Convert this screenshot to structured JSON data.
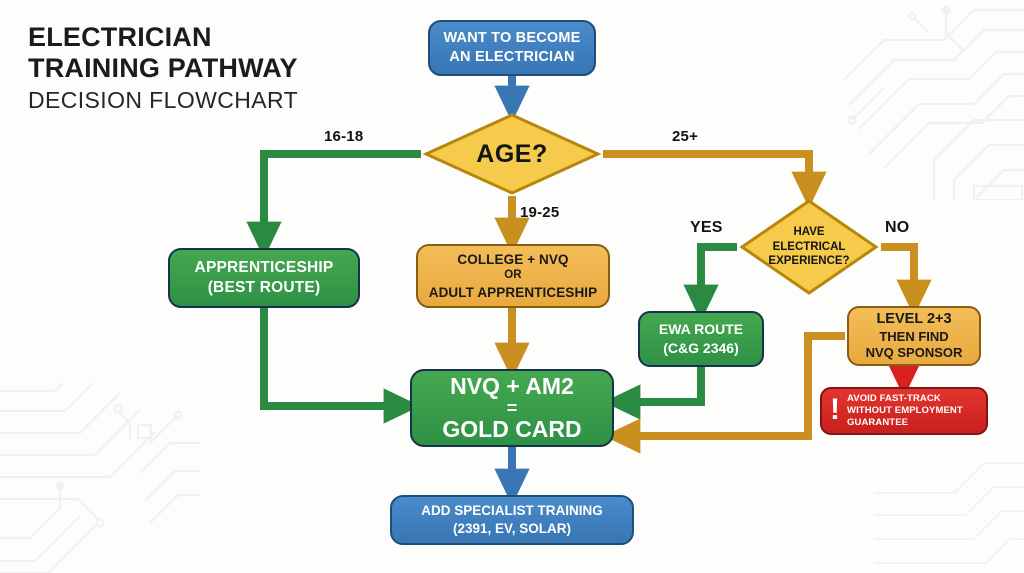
{
  "title": {
    "line1": "ELECTRICIAN",
    "line2": "TRAINING PATHWAY",
    "subtitle": "DECISION FLOWCHART"
  },
  "colors": {
    "blue": "#3876b4",
    "green": "#2e9146",
    "gold": "#e8a93f",
    "red": "#c8201c",
    "green_line": "#2b8a42",
    "gold_line": "#c9901f",
    "blue_line": "#3876b4",
    "red_line": "#d8211c",
    "text_dark": "#141414",
    "background": "#fdfdfc"
  },
  "nodes": {
    "start": {
      "lines": [
        "WANT TO BECOME",
        "AN ELECTRICIAN"
      ],
      "shape": "rounded-rect",
      "color": "blue"
    },
    "age_decision": {
      "label": "AGE?",
      "shape": "diamond",
      "color": "gold"
    },
    "apprenticeship": {
      "lines": [
        "APPRENTICESHIP",
        "(BEST ROUTE)"
      ],
      "shape": "rounded-rect",
      "color": "green"
    },
    "college": {
      "lines": [
        "COLLEGE + NVQ",
        "OR",
        "ADULT APPRENTICESHIP"
      ],
      "shape": "rounded-rect",
      "color": "gold"
    },
    "experience_decision": {
      "lines": [
        "HAVE",
        "ELECTRICAL",
        "EXPERIENCE?"
      ],
      "shape": "diamond",
      "color": "gold"
    },
    "ewa_route": {
      "lines": [
        "EWA ROUTE",
        "(C&G 2346)"
      ],
      "shape": "rounded-rect",
      "color": "green"
    },
    "level_23": {
      "lines": [
        "LEVEL 2+3",
        "THEN FIND",
        "NVQ SPONSOR"
      ],
      "shape": "rounded-rect",
      "color": "gold"
    },
    "warning": {
      "icon": "exclamation-icon",
      "lines": [
        "AVOID FAST-TRACK",
        "WITHOUT EMPLOYMENT",
        "GUARANTEE"
      ],
      "shape": "rounded-rect",
      "color": "red"
    },
    "gold_card": {
      "lines": [
        "NVQ + AM2",
        "=",
        "GOLD CARD"
      ],
      "shape": "rounded-rect",
      "color": "green"
    },
    "specialist": {
      "lines": [
        "ADD SPECIALIST TRAINING",
        "(2391, EV, SOLAR)"
      ],
      "shape": "rounded-rect",
      "color": "blue"
    }
  },
  "edge_labels": {
    "age_16_18": "16-18",
    "age_19_25": "19-25",
    "age_25_plus": "25+",
    "experience_yes": "YES",
    "experience_no": "NO"
  }
}
